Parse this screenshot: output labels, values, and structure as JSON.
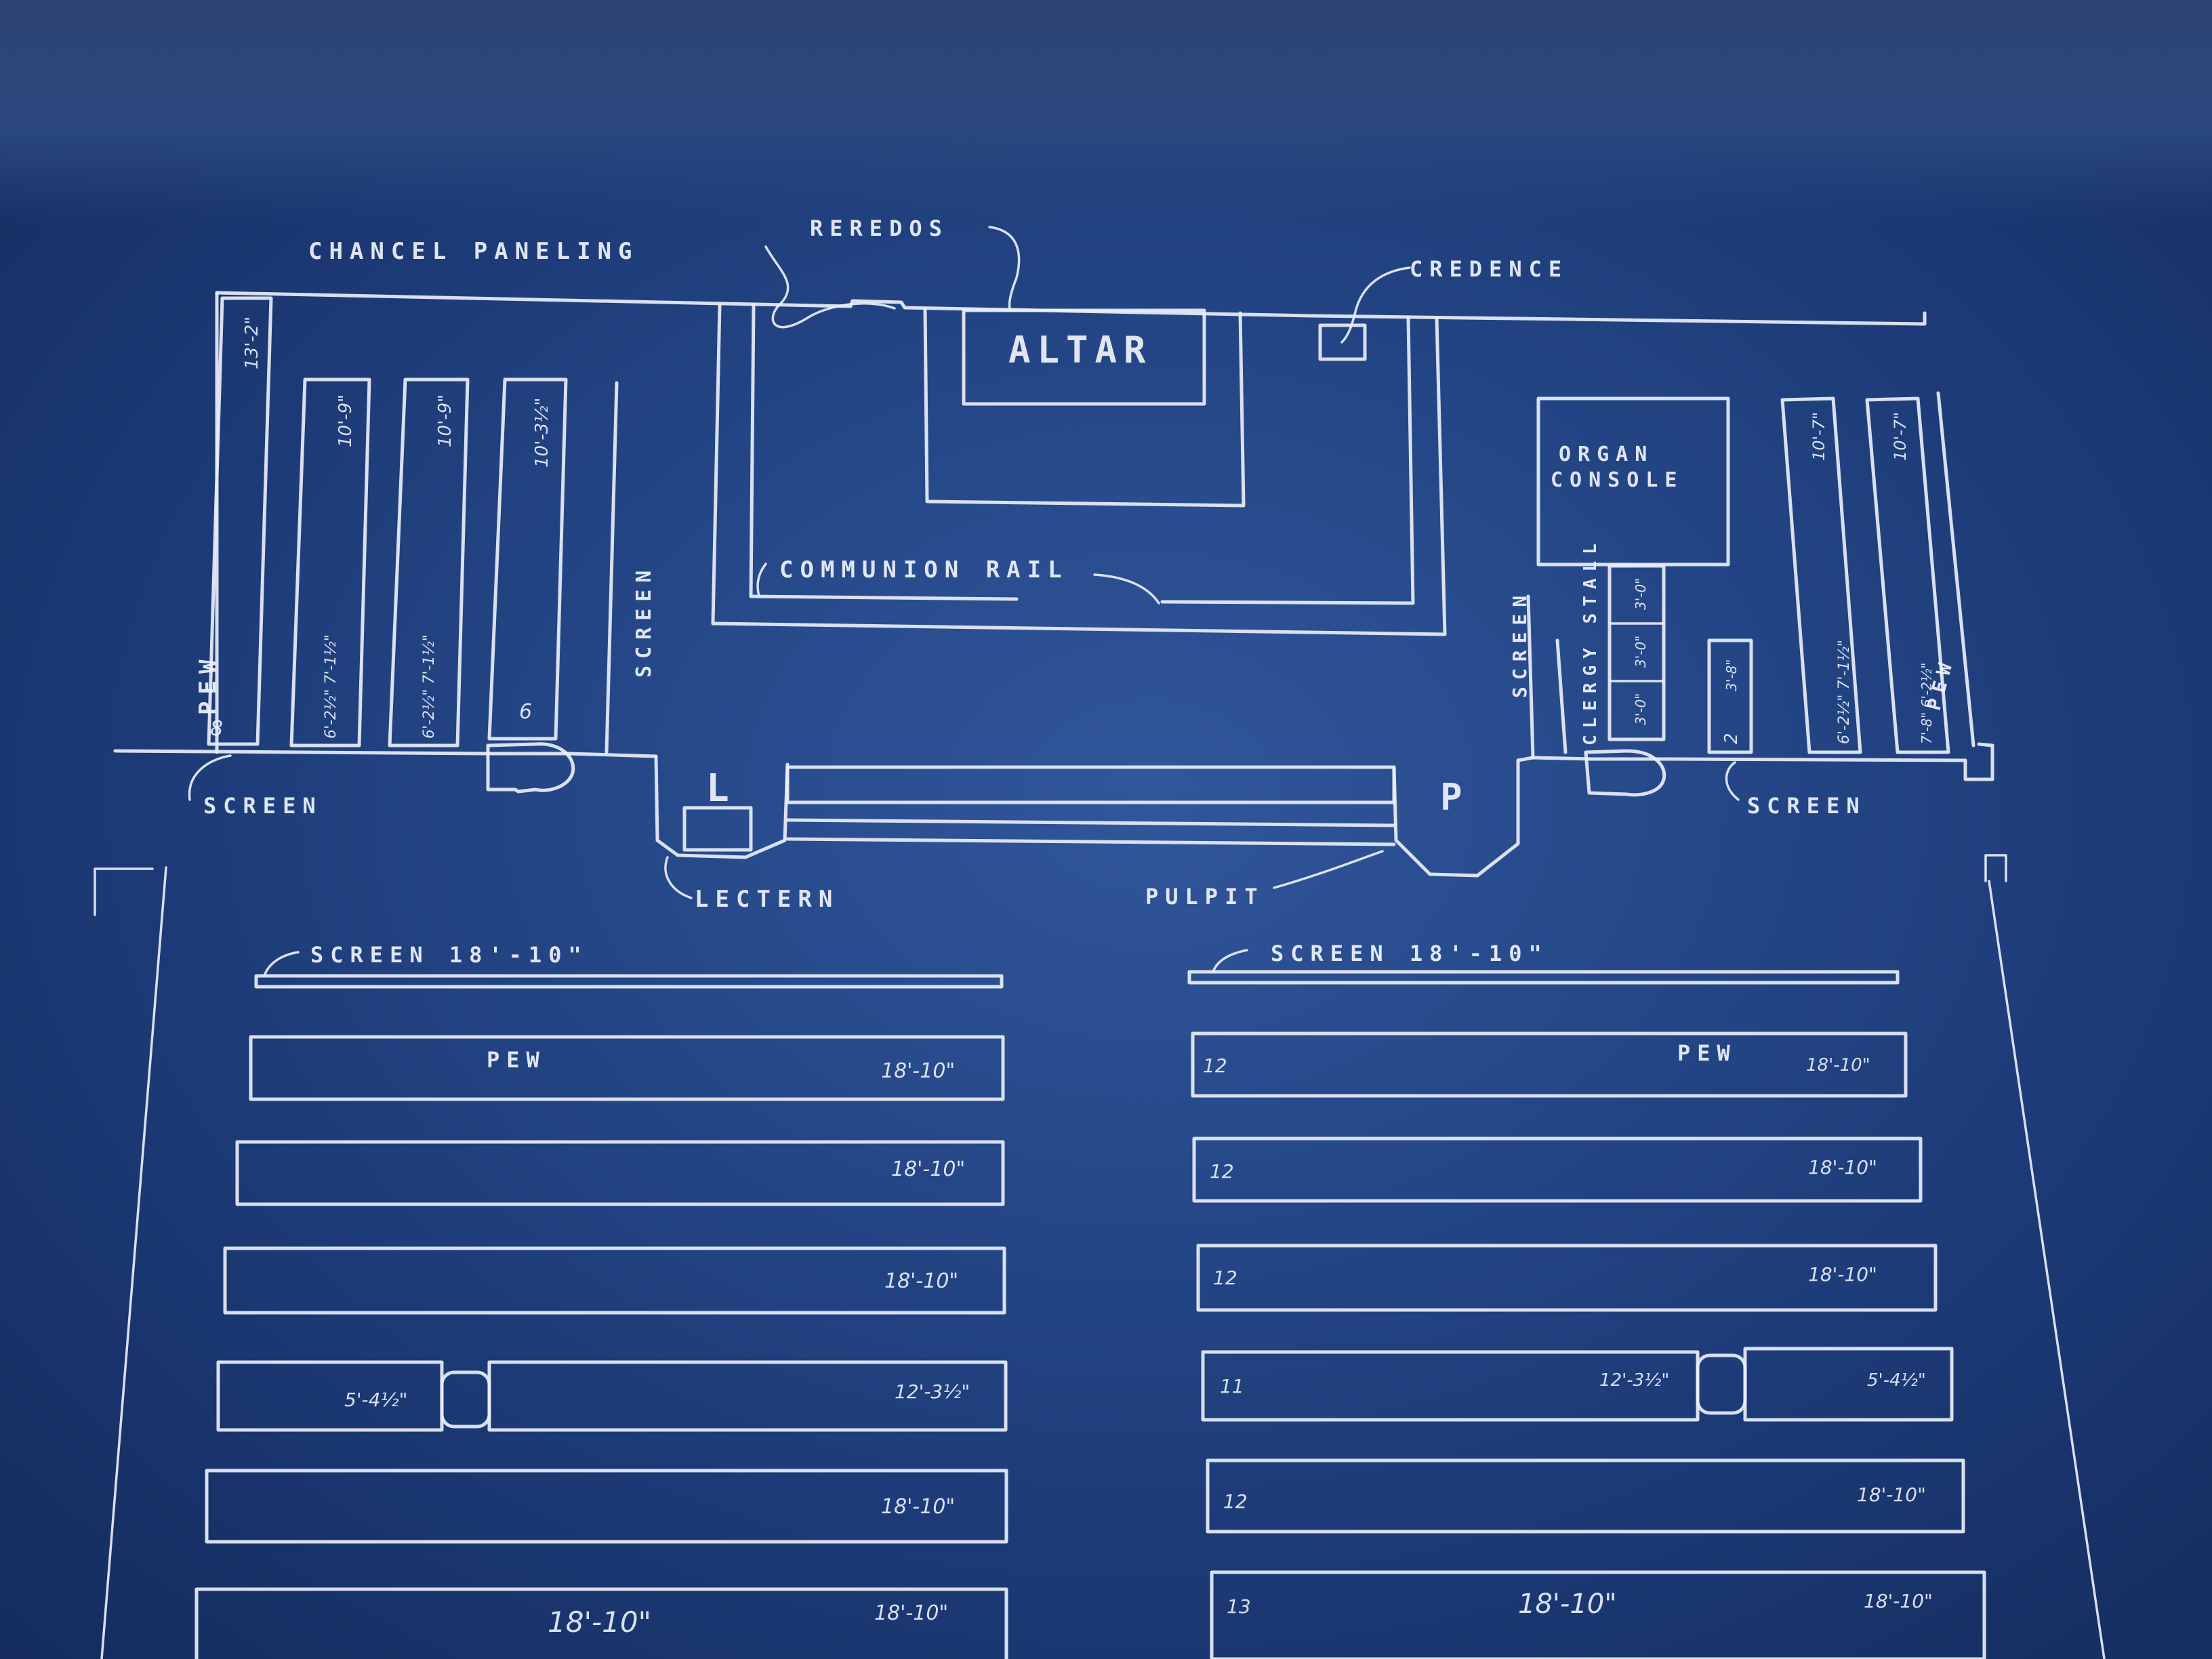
{
  "labels": {
    "chancel_paneling": "CHANCEL PANELING",
    "reredos": "REREDOS",
    "credence": "CREDENCE",
    "altar": "ALTAR",
    "organ_console_1": "ORGAN",
    "organ_console_2": "CONSOLE",
    "communion_rail": "COMMUNION RAIL",
    "screen": "SCREEN",
    "pew": "PEW",
    "clergy_stall": "CLERGY STALL",
    "lectern": "LECTERN",
    "lectern_mark": "L",
    "pulpit": "PULPIT",
    "pulpit_mark": "P",
    "screen_left_dim": "SCREEN  18'-10\"",
    "screen_right_dim": "SCREEN  18'-10\""
  },
  "chancel_dims": {
    "left_pew_1": "13'-2\"",
    "left_pew_2": "10'-9\"",
    "left_pew_3": "10'-9\"",
    "left_pew_4": "10'-3½\"",
    "left_pew_2_low": "6'-2½\" 7'-1½\"",
    "left_pew_3_low": "6'-2½\" 7'-1½\"",
    "left_pew_4_low": "6",
    "left_pew_1_low": "8",
    "right_pew_1": "10'-7\"",
    "right_pew_2": "10'-7\"",
    "right_pew_1_low": "6'-2½\" 7'-1½\"",
    "right_pew_2_low": "7'-8\" 6'-2½\"",
    "right_small": "3'-8\"",
    "right_small_num": "2",
    "stall_1": "3'-0\"",
    "stall_2": "3'-0\"",
    "stall_3": "3'-0\""
  },
  "nave_left": [
    {
      "label": "PEW",
      "dim": "18'-10\""
    },
    {
      "label": "",
      "dim": "18'-10\""
    },
    {
      "label": "",
      "dim": "18'-10\""
    },
    {
      "label": "",
      "dim_a": "5'-4½\"",
      "dim": "12'-3½\""
    },
    {
      "label": "",
      "dim": "18'-10\""
    },
    {
      "label": "18'-10\"",
      "dim": "18'-10\""
    }
  ],
  "nave_right": [
    {
      "num": "12",
      "label": "PEW",
      "dim": "18'-10\""
    },
    {
      "num": "12",
      "dim": "18'-10\""
    },
    {
      "num": "12",
      "dim": "18'-10\""
    },
    {
      "num": "11",
      "dim": "12'-3½\"",
      "dim_b": "5'-4½\""
    },
    {
      "num": "12",
      "dim": "18'-10\""
    },
    {
      "num": "13",
      "label": "18'-10\"",
      "dim": "18'-10\""
    }
  ]
}
